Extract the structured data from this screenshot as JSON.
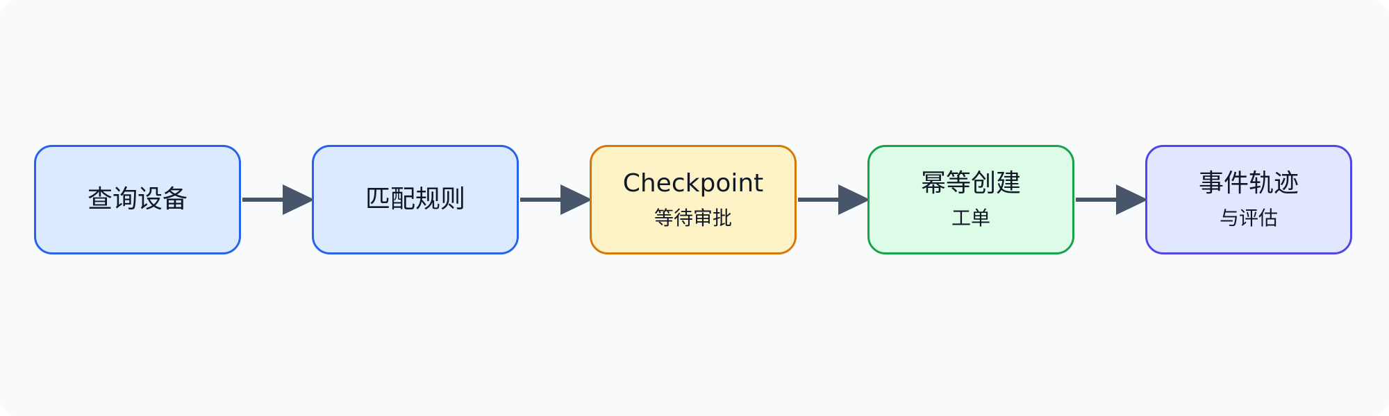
{
  "diagram": {
    "nodes": [
      {
        "title": "查询设备",
        "subtitle": "",
        "fill": "#dbeafe",
        "stroke": "#2563eb"
      },
      {
        "title": "匹配规则",
        "subtitle": "",
        "fill": "#dbeafe",
        "stroke": "#2563eb"
      },
      {
        "title": "Checkpoint",
        "subtitle": "等待审批",
        "fill": "#fef3c7",
        "stroke": "#d97706"
      },
      {
        "title": "幂等创建",
        "subtitle": "工单",
        "fill": "#dcfce7",
        "stroke": "#16a34a"
      },
      {
        "title": "事件轨迹",
        "subtitle": "与评估",
        "fill": "#e0e7ff",
        "stroke": "#4f46e5"
      }
    ],
    "arrow_color": "#475569",
    "background": "#f8fafc"
  }
}
